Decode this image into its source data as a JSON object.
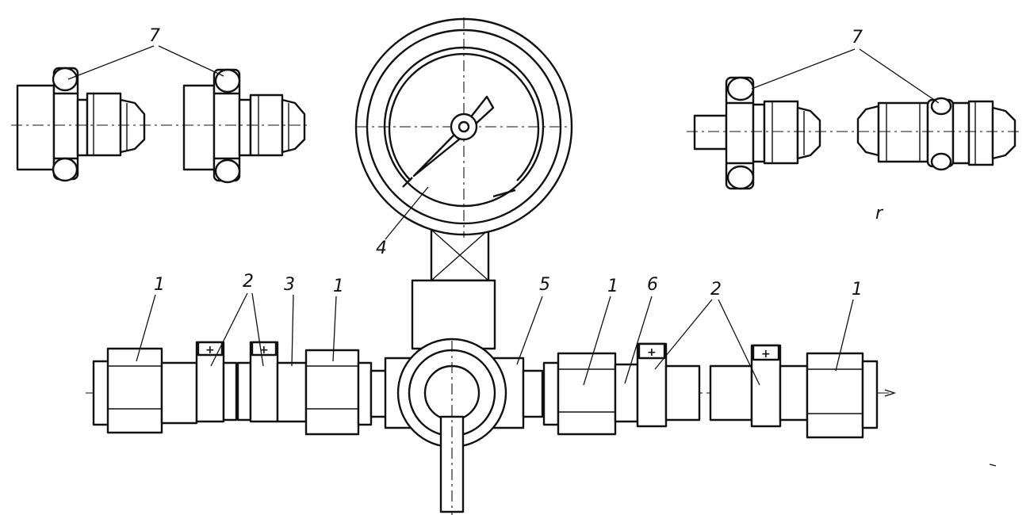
{
  "labels": {
    "pipe_fitting": "1",
    "clamp_sleeve": "2",
    "tube_3": "3",
    "gauge_4": "4",
    "valve_body_5": "5",
    "tube_6": "6",
    "adapter_nut_7": "7",
    "stray_mark": "r"
  },
  "marks": {
    "plus": "+"
  }
}
